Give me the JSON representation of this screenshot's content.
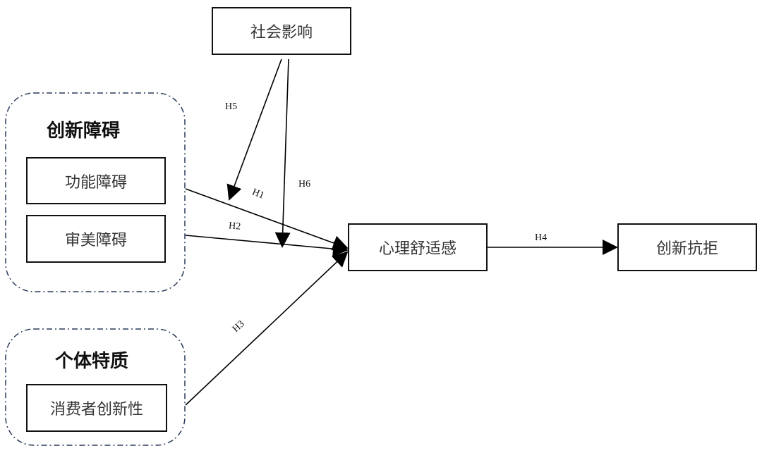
{
  "nodes": {
    "social_influence": "社会影响",
    "functional_barrier": "功能障碍",
    "aesthetic_barrier": "审美障碍",
    "consumer_innovativeness": "消费者创新性",
    "psychological_comfort": "心理舒适感",
    "innovation_resistance": "创新抗拒"
  },
  "groups": {
    "innovation_barriers": "创新障碍",
    "individual_traits": "个体特质"
  },
  "hypotheses": {
    "h1": "H1",
    "h2": "H2",
    "h3": "H3",
    "h4": "H4",
    "h5": "H5",
    "h6": "H6"
  }
}
